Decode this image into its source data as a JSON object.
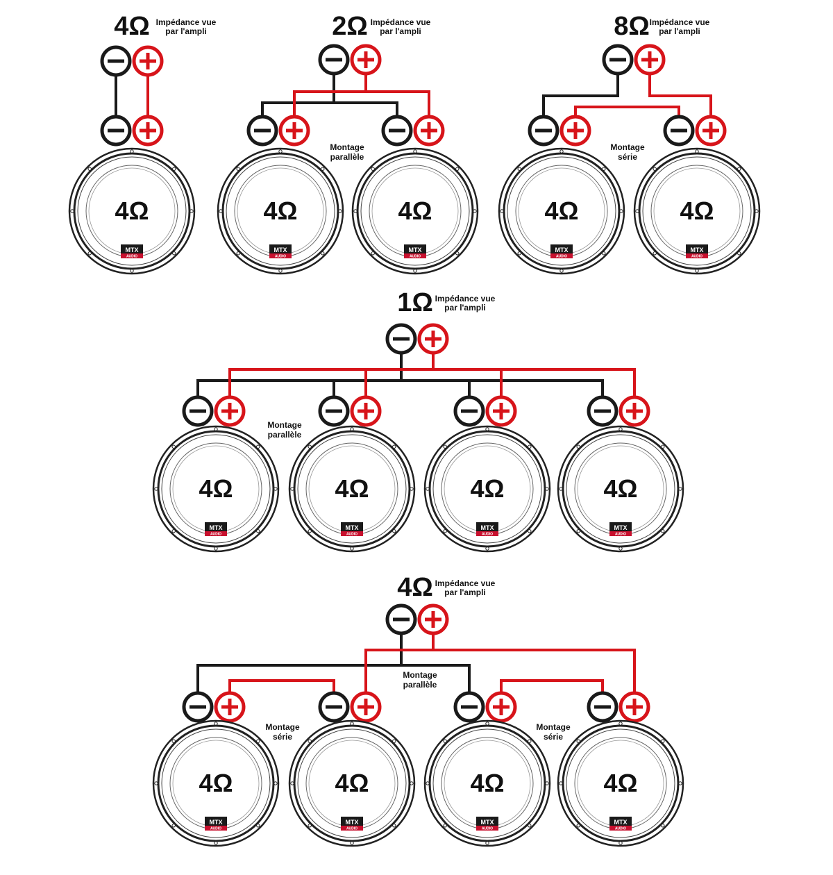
{
  "labels": {
    "amp_impedance_note": "Impédance vue par l'ampli",
    "amp_impedance_note_line1": "Impédance vue",
    "amp_impedance_note_line2": "par l'ampli",
    "parallel_line1": "Montage",
    "parallel_line2": "parallèle",
    "series_line1": "Montage",
    "series_line2": "série",
    "speaker_impedance": "4Ω",
    "brand_name": "MTX",
    "brand_sub": "AUDIO"
  },
  "colors": {
    "negative_wire": "#1a1a1a",
    "positive_wire": "#d7141a",
    "brand_badge": "#1a1a1a",
    "brand_stripe": "#c8102e"
  },
  "icons": {
    "negative": "minus-terminal-icon",
    "positive": "plus-terminal-icon"
  },
  "configurations": [
    {
      "id": "single",
      "amp_impedance": "4Ω",
      "speakers": 1,
      "wiring": "direct"
    },
    {
      "id": "two-parallel",
      "amp_impedance": "2Ω",
      "speakers": 2,
      "wiring": "parallel",
      "note": "Montage parallèle"
    },
    {
      "id": "two-series",
      "amp_impedance": "8Ω",
      "speakers": 2,
      "wiring": "series",
      "note": "Montage série"
    },
    {
      "id": "four-parallel",
      "amp_impedance": "1Ω",
      "speakers": 4,
      "wiring": "parallel",
      "note": "Montage parallèle"
    },
    {
      "id": "four-series-parallel",
      "amp_impedance": "4Ω",
      "speakers": 4,
      "wiring": "series-parallel",
      "notes": [
        "Montage parallèle",
        "Montage série",
        "Montage série"
      ]
    }
  ]
}
